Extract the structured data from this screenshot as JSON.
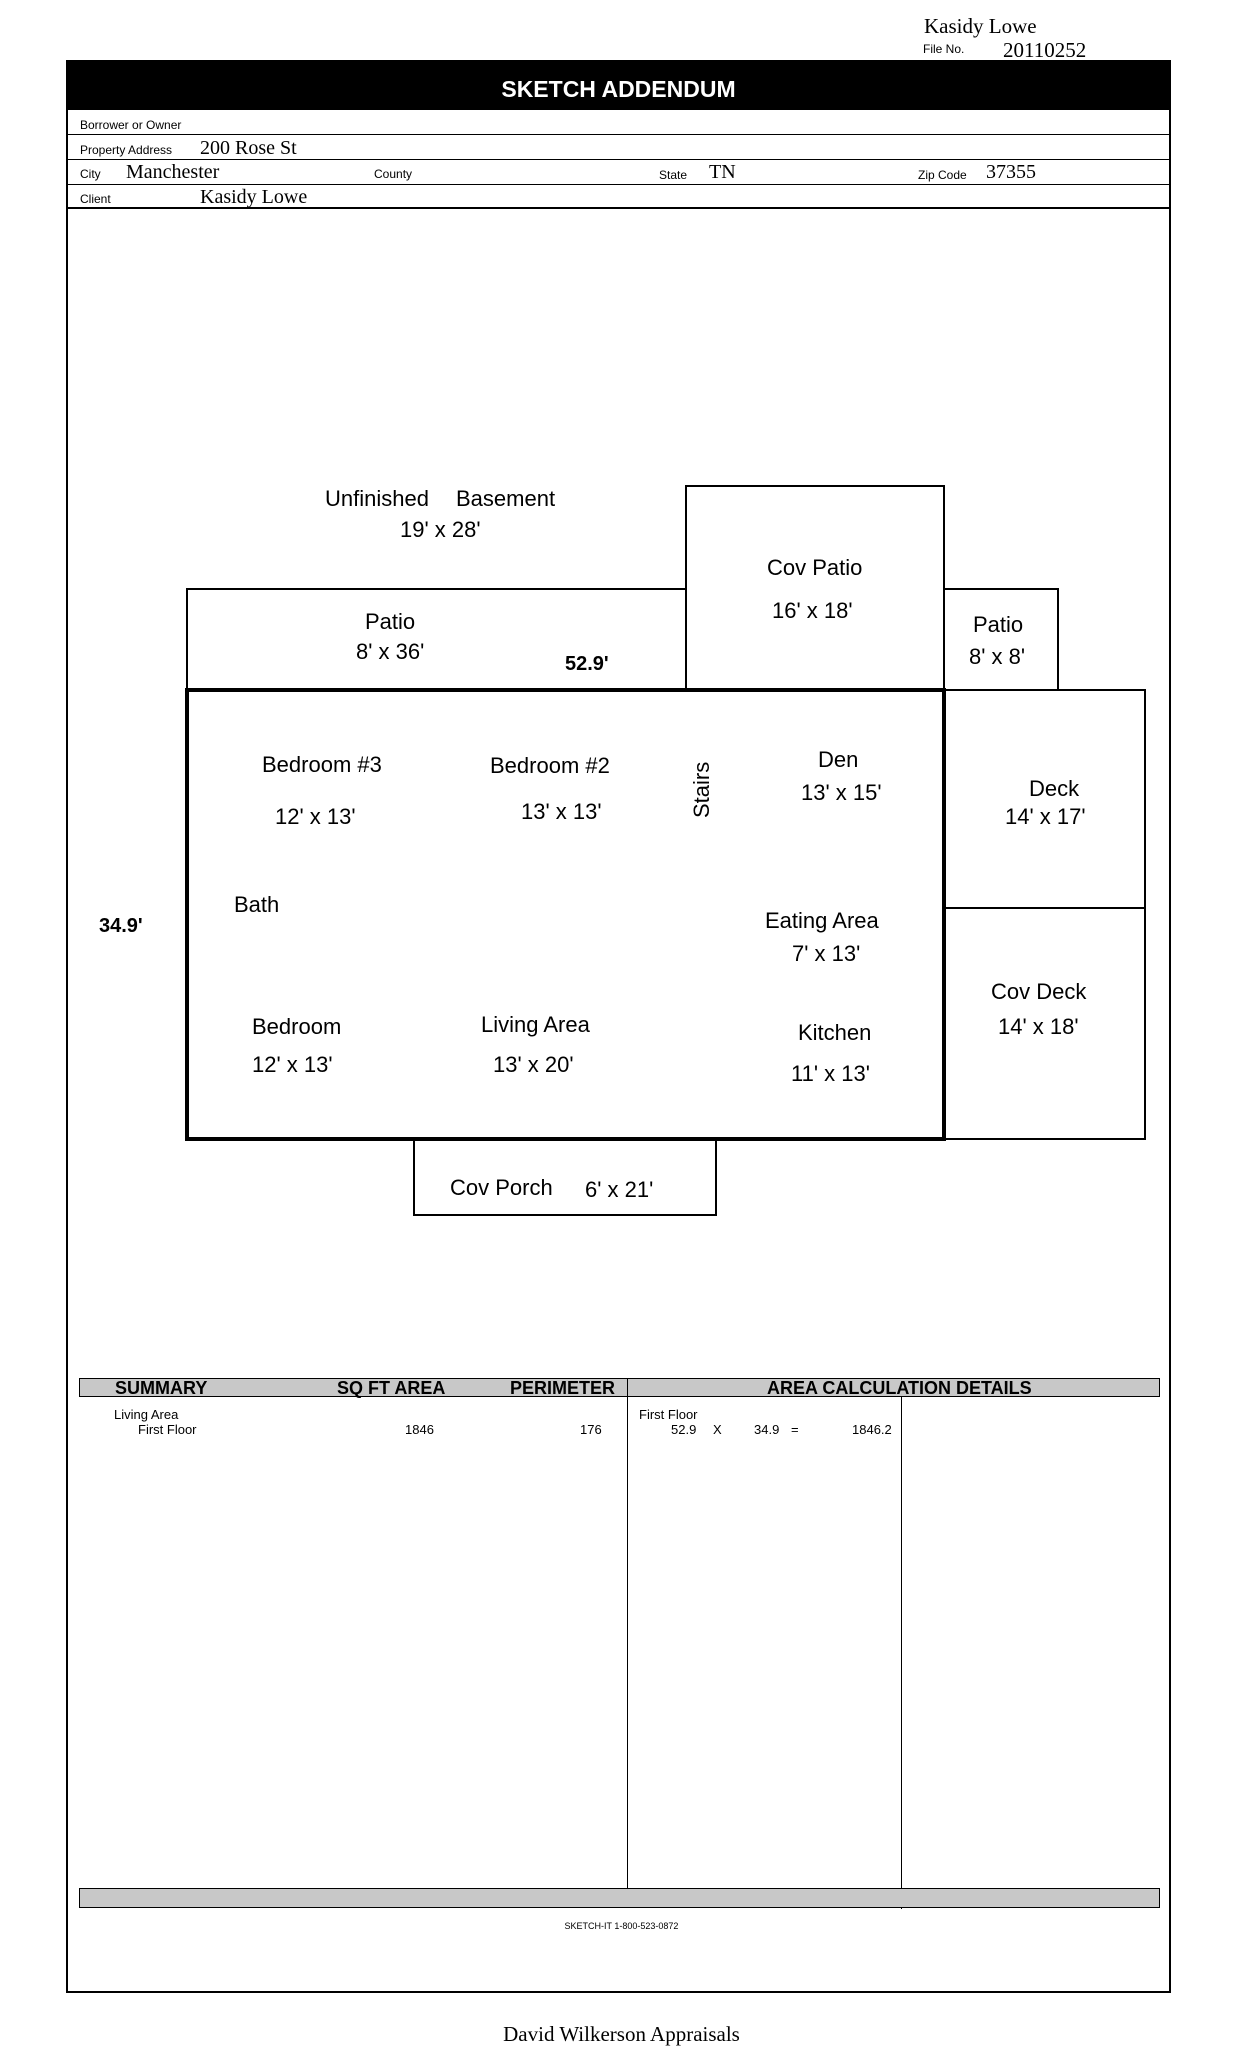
{
  "header": {
    "name": "Kasidy Lowe",
    "file_no_label": "File No.",
    "file_no": "20110252"
  },
  "title": "SKETCH ADDENDUM",
  "form": {
    "borrower_label": "Borrower or Owner",
    "borrower_value": "",
    "property_address_label": "Property Address",
    "property_address": "200 Rose St",
    "city_label": "City",
    "city": "Manchester",
    "county_label": "County",
    "county": "",
    "state_label": "State",
    "state": "TN",
    "zip_label": "Zip Code",
    "zip": "37355",
    "client_label": "Client",
    "client": "Kasidy Lowe"
  },
  "sketch": {
    "basement": {
      "name_a": "Unfinished",
      "name_b": "Basement",
      "dims": "19' x 28'"
    },
    "patio_large": {
      "name": "Patio",
      "dims": "8' x 36'"
    },
    "width_dim": "52.9'",
    "cov_patio": {
      "name": "Cov Patio",
      "dims": "16' x 18'"
    },
    "patio_small": {
      "name": "Patio",
      "dims": "8' x 8'"
    },
    "bedroom3": {
      "name": "Bedroom #3",
      "dims": "12' x 13'"
    },
    "bedroom2": {
      "name": "Bedroom #2",
      "dims": "13' x 13'"
    },
    "stairs": "Stairs",
    "den": {
      "name": "Den",
      "dims": "13' x 15'"
    },
    "deck": {
      "name": "Deck",
      "dims": "14' x 17'"
    },
    "height_dim": "34.9'",
    "bath": "Bath",
    "eating": {
      "name": "Eating Area",
      "dims": "7' x 13'"
    },
    "cov_deck": {
      "name": "Cov Deck",
      "dims": "14' x 18'"
    },
    "bedroom": {
      "name": "Bedroom",
      "dims": "12' x 13'"
    },
    "living": {
      "name": "Living Area",
      "dims": "13' x 20'"
    },
    "kitchen": {
      "name": "Kitchen",
      "dims": "11' x 13'"
    },
    "cov_porch": {
      "name": "Cov Porch",
      "dims": "6' x 21'"
    }
  },
  "summary": {
    "headers": {
      "summary": "SUMMARY",
      "area": "SQ FT AREA",
      "perimeter": "PERIMETER",
      "details": "AREA CALCULATION DETAILS"
    },
    "row_group": "Living Area",
    "row_label": "First Floor",
    "row_area": "1846",
    "row_perimeter": "176",
    "calc_label": "First Floor",
    "calc_a": "52.9",
    "calc_op": "X",
    "calc_b": "34.9",
    "calc_eq": "=",
    "calc_result": "1846.2"
  },
  "sketchit": "SKETCH-IT 1-800-523-0872",
  "footer": "David Wilkerson Appraisals"
}
